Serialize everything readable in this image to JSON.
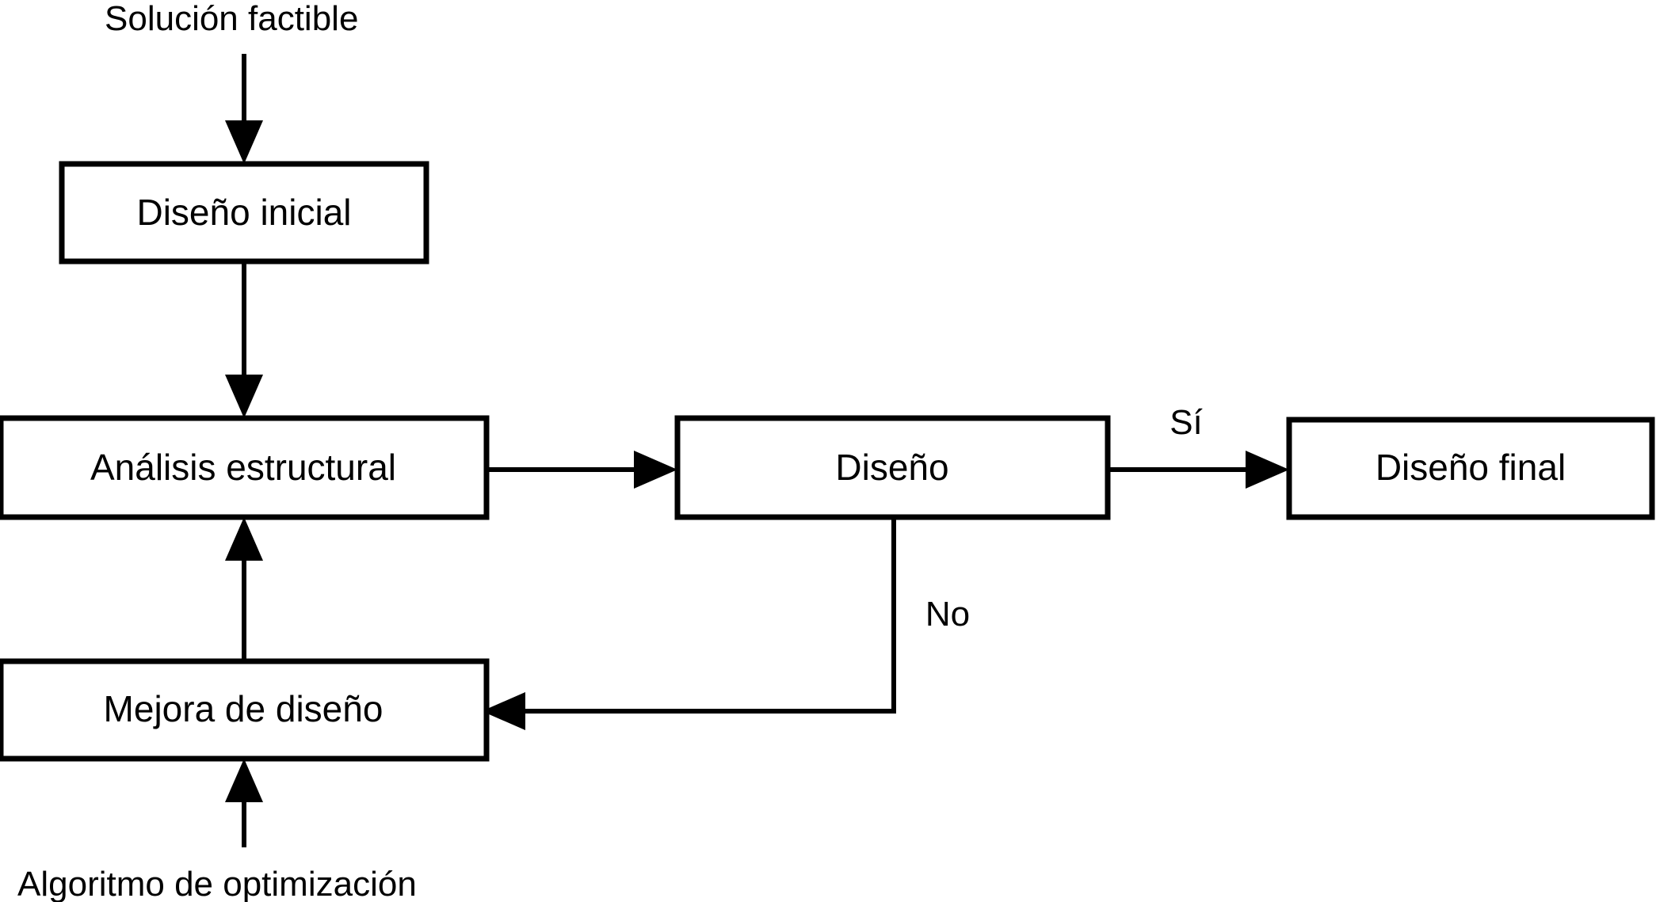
{
  "diagram": {
    "title_text": "",
    "background_color": "#ffffff",
    "stroke_color": "#000000",
    "nodes": [
      {
        "id": "diseno_inicial",
        "label": "Diseño inicial"
      },
      {
        "id": "analisis_estructural",
        "label": "Análisis estructural"
      },
      {
        "id": "diseno",
        "label": "Diseño"
      },
      {
        "id": "diseno_final",
        "label": "Diseño final"
      },
      {
        "id": "mejora_de_diseno",
        "label": "Mejora de diseño"
      }
    ],
    "free_labels": [
      {
        "id": "solucion_factible",
        "label": "Solución factible"
      },
      {
        "id": "algoritmo_de_optimizacion",
        "label": "Algoritmo de optimización"
      }
    ],
    "edge_labels": [
      {
        "id": "si",
        "label": "Sí"
      },
      {
        "id": "no",
        "label": "No"
      }
    ]
  }
}
